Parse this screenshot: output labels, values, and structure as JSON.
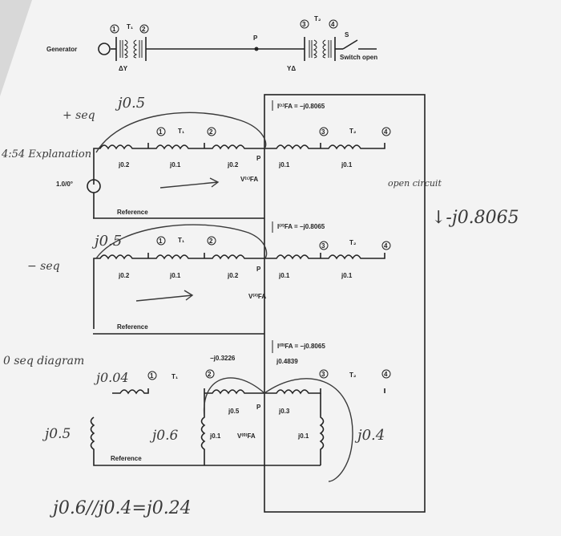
{
  "top_diagram": {
    "generator_label": "Generator",
    "t1_label": "T₁",
    "t2_label": "T₂",
    "node1": "1",
    "node2": "2",
    "node3": "3",
    "node4": "4",
    "p_label": "P",
    "s_label": "S",
    "switch_label": "Switch open",
    "conn_left": "ΔY",
    "conn_right": "YΔ"
  },
  "positive": {
    "current": "I⁽¹⁾FA = −j0.8065",
    "t1": "T₁",
    "t2": "T₂",
    "n1": "1",
    "n2": "2",
    "n3": "3",
    "n4": "4",
    "z1": "j0.2",
    "z2": "j0.1",
    "z3": "j0.2",
    "z4": "j0.1",
    "z5": "j0.1",
    "p": "P",
    "source": "1.0/0°",
    "voltage": "V⁽¹⁾FA",
    "reference": "Reference"
  },
  "negative": {
    "current": "I⁽²⁾FA = −j0.8065",
    "t1": "T₁",
    "t2": "T₂",
    "n1": "1",
    "n2": "2",
    "n3": "3",
    "n4": "4",
    "z1": "j0.2",
    "z2": "j0.1",
    "z3": "j0.2",
    "z4": "j0.1",
    "z5": "j0.1",
    "p": "P",
    "voltage": "V⁽²⁾FA",
    "reference": "Reference"
  },
  "zero": {
    "current": "I⁽⁰⁾FA = −j0.8065",
    "left_current": "−j0.3226",
    "right_current": "j0.4839",
    "t1": "T₁",
    "t2": "T₂",
    "n1": "1",
    "n2": "2",
    "n3": "3",
    "n4": "4",
    "z_left": "j0.5",
    "z_right": "j0.3",
    "shunt1": "j0.1",
    "shunt2": "j0.1",
    "p": "P",
    "voltage": "V⁽⁰⁾FA",
    "reference": "Reference"
  },
  "handwriting": {
    "pos_seq": "+ seq",
    "pos_j05": "j0.5",
    "side_note": "4:54 Explanation",
    "open_circuit": "open circuit",
    "pos_result": "↓-j0.8065",
    "neg_seq": "− seq",
    "neg_j05": "j0.5",
    "zero_seq": "0 seq diagram",
    "zero_j04_top": "j0.04",
    "zero_j05": "j0.5",
    "zero_j06": "j0.6",
    "zero_j04": "j0.4",
    "bottom_equation": "j0.6//j0.4=j0.24"
  }
}
